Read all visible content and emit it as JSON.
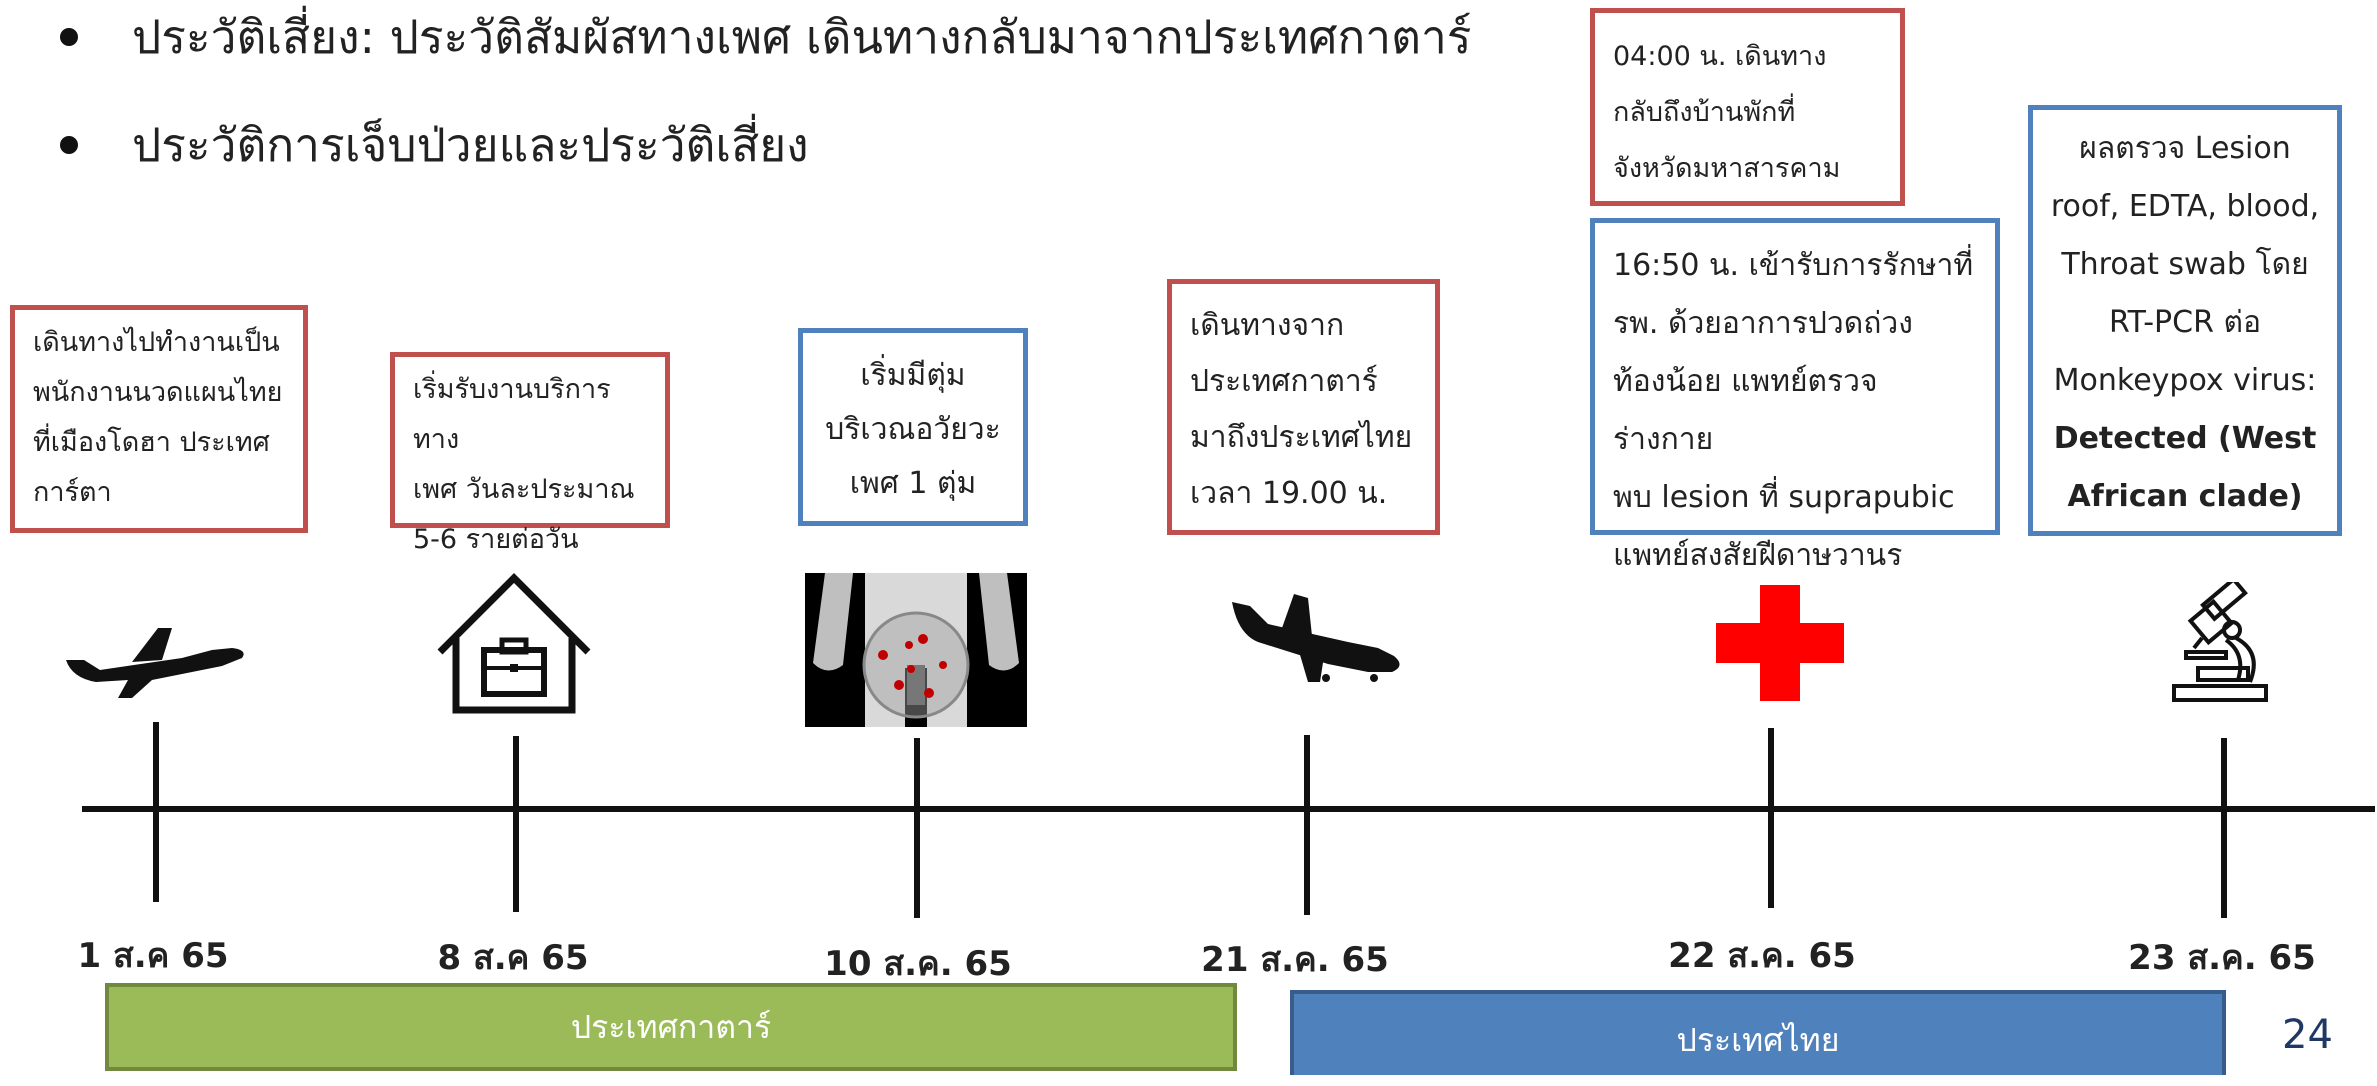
{
  "bullets": [
    "ประวัติเสี่ยง: ประวัติสัมผัสทางเพศ เดินทางกลับมาจากประเทศกาตาร์",
    "ประวัติการเจ็บป่วยและประวัติเสี่ยง"
  ],
  "events": [
    {
      "date": "1 ส.ค 65",
      "lines": [
        "เดินทางไปทำงานเป็น",
        "พนักงานนวดแผนไทย",
        "ที่เมืองโดฮา ประเทศ",
        "การ์ตา"
      ],
      "icon": "airplane-takeoff-icon"
    },
    {
      "date": "8 ส.ค 65",
      "lines": [
        "เริ่มรับงานบริการทาง",
        "เพศ วันละประมาณ",
        "5-6 รายต่อวัน"
      ],
      "icon": "house-briefcase-icon"
    },
    {
      "date": "10 ส.ค. 65",
      "lines": [
        "เริ่มมีตุ่ม",
        "บริเวณอวัยวะ",
        "เพศ 1 ตุ่ม"
      ],
      "icon": "lesion-image-icon"
    },
    {
      "date": "21 ส.ค. 65",
      "lines": [
        "เดินทางจาก",
        "ประเทศกาตาร์",
        "มาถึงประเทศไทย",
        "เวลา 19.00 น."
      ],
      "icon": "airplane-landing-icon"
    },
    {
      "date": "22 ส.ค. 65",
      "lines_top": [
        "04:00 น. เดินทาง",
        "กลับถึงบ้านพักที่",
        "จังหวัดมหาสารคาม"
      ],
      "lines": [
        "16:50 น. เข้ารับการรักษาที่",
        "รพ. ด้วยอาการปวดถ่วง",
        "ท้องน้อย แพทย์ตรวจร่างกาย",
        "พบ lesion ที่ suprapubic",
        "แพทย์สงสัยฝีดาษวานร"
      ],
      "icon": "red-cross-icon"
    },
    {
      "date": "23 ส.ค. 65",
      "lines": [
        "ผลตรวจ Lesion",
        "roof, EDTA, blood,",
        "Throat swab โดย",
        "RT-PCR ต่อ",
        "Monkeypox virus:"
      ],
      "lines_bold": [
        "Detected (West",
        "African clade)"
      ],
      "icon": "microscope-icon"
    }
  ],
  "bands": [
    {
      "label": "ประเทศกาตาร์",
      "color": "#9bbb59"
    },
    {
      "label": "ประเทศไทย",
      "color": "#4f81bd"
    }
  ],
  "page_number": "24"
}
